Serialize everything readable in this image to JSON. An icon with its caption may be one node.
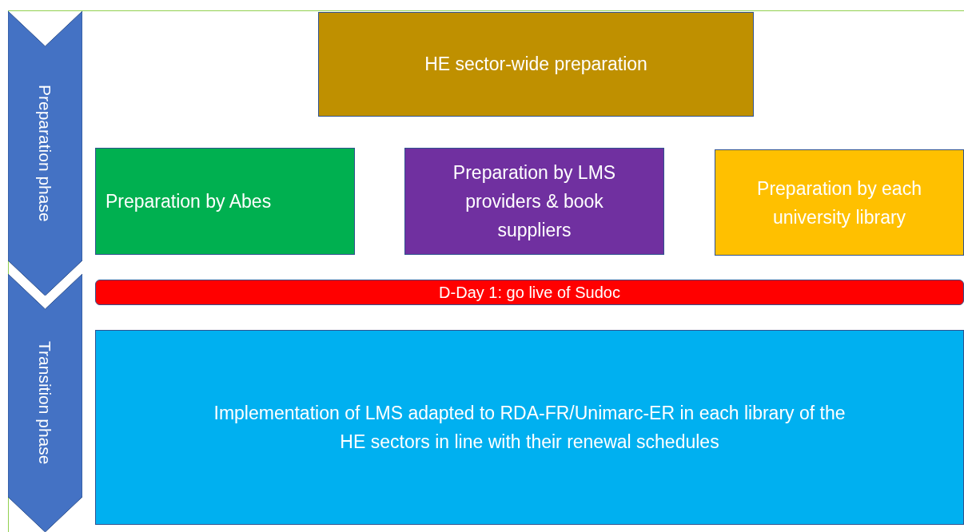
{
  "diagram": {
    "nodes": [
      {
        "text": [
          "Preparation phase"
        ]
      },
      {
        "text": [
          "Transition phase"
        ]
      },
      {
        "text": [
          "HE sector-wide preparation"
        ]
      },
      {
        "text": [
          "Preparation by Abes"
        ]
      },
      {
        "text": [
          "Preparation by LMS providers & book suppliers"
        ]
      },
      {
        "text": [
          "Preparation by each university library"
        ]
      },
      {
        "text": [
          "D-Day 1: go live of Sudoc"
        ]
      },
      {
        "text": [
          "Implementation of LMS adapted to RDA-FR/Unimarc-ER in each library of the HE sectors in line with their renewal schedules"
        ]
      }
    ]
  }
}
